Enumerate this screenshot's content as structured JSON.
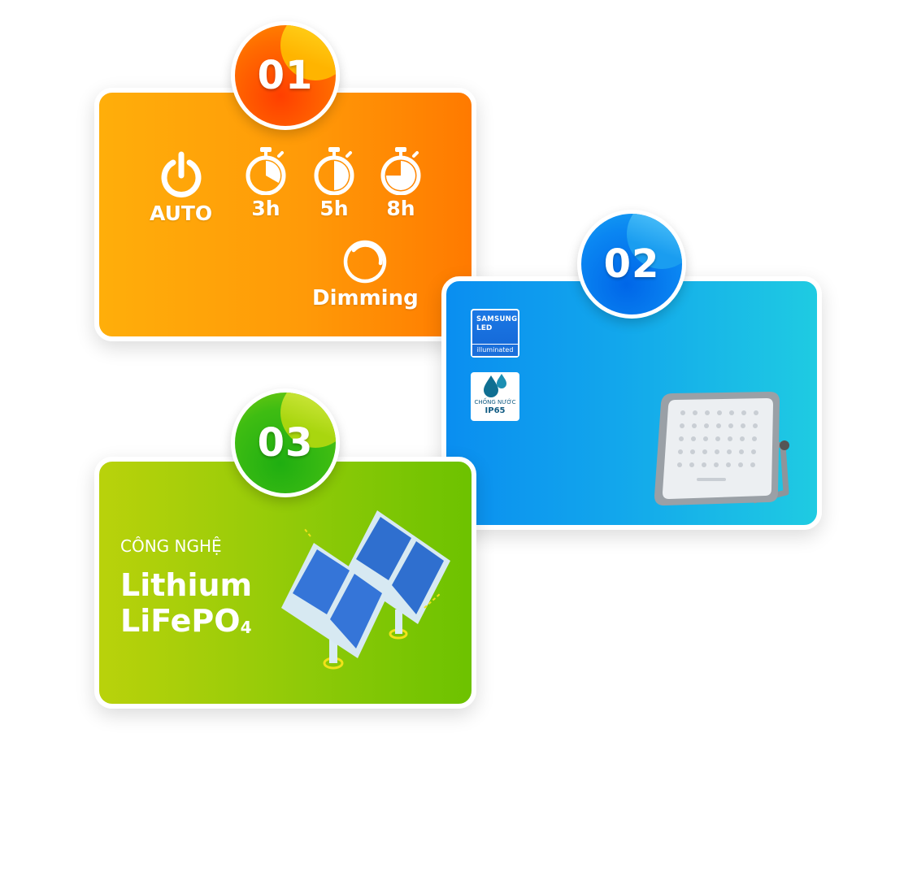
{
  "card1": {
    "number": "01",
    "modes": [
      {
        "label": "AUTO",
        "icon": "power-icon"
      },
      {
        "label": "3h",
        "icon": "timer-third-icon"
      },
      {
        "label": "5h",
        "icon": "timer-half-icon"
      },
      {
        "label": "8h",
        "icon": "timer-three-quarter-icon"
      }
    ],
    "dimming_label": "Dimming"
  },
  "card2": {
    "number": "02",
    "samsung_badge": {
      "brand": "SAMSUNG",
      "type": "LED",
      "caption": "illuminated"
    },
    "waterproof_badge": {
      "text": "CHỐNG NƯỚC",
      "rating": "IP65"
    }
  },
  "card3": {
    "number": "03",
    "subtitle": "CÔNG NGHỆ",
    "title_line1": "Lithium",
    "title_line2": "LiFePO",
    "title_sub": "4"
  },
  "colors": {
    "orange": "#ff9a08",
    "blue": "#12a6ec",
    "green": "#8fca08"
  }
}
